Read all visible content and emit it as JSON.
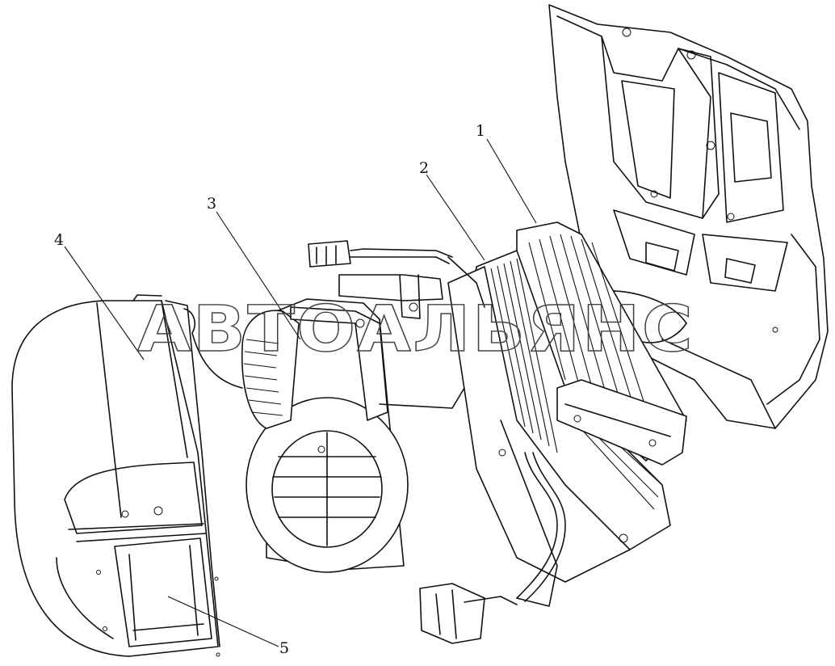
{
  "callouts": [
    {
      "id": "1",
      "label": "1"
    },
    {
      "id": "2",
      "label": "2"
    },
    {
      "id": "3",
      "label": "3"
    },
    {
      "id": "4",
      "label": "4"
    },
    {
      "id": "5",
      "label": "5"
    }
  ],
  "watermark": "АВТОАЛЬЯНС"
}
